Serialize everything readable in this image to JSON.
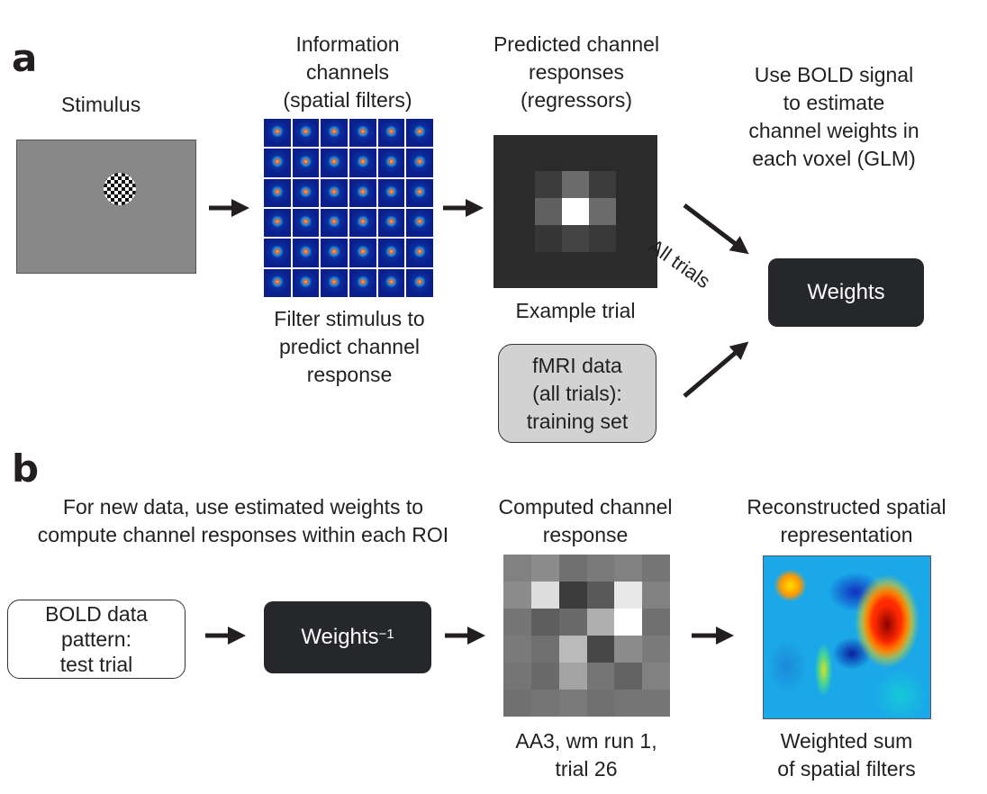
{
  "panel_a": {
    "letter": "a",
    "stimulus_label": "Stimulus",
    "filters_title": [
      "Information",
      "channels",
      "(spatial filters)"
    ],
    "filters_caption": [
      "Filter stimulus to",
      "predict channel",
      "response"
    ],
    "predicted_title": [
      "Predicted channel",
      "responses",
      "(regressors)"
    ],
    "predicted_caption": "Example trial",
    "glm_title": [
      "Use BOLD signal",
      "to estimate",
      "channel weights in",
      "each voxel (GLM)"
    ],
    "all_trials_label": "All trials",
    "weights_label": "Weights",
    "fmri_box": [
      "fMRI data",
      "(all trials):",
      "training set"
    ]
  },
  "panel_b": {
    "letter": "b",
    "instruction": [
      "For new data, use estimated weights to",
      "compute channel responses within each ROI"
    ],
    "bold_box": [
      "BOLD data",
      "pattern:",
      "test trial"
    ],
    "weights_label": "Weights",
    "weights_exponent": "−1",
    "computed_title": [
      "Computed channel",
      "response"
    ],
    "computed_caption": [
      "AA3, wm run 1,",
      "trial 26"
    ],
    "recon_title": [
      "Reconstructed spatial",
      "representation"
    ],
    "recon_caption": [
      "Weighted sum",
      "of spatial filters"
    ]
  },
  "colors": {
    "dark_box": "#25272b",
    "gray_box": "#d2d2d2",
    "stimulus_bg": "#888888"
  },
  "predicted_response_grid": [
    [
      0,
      0,
      0,
      0,
      0,
      0
    ],
    [
      0,
      0.08,
      0.3,
      0.08,
      0,
      0
    ],
    [
      0,
      0.25,
      1.0,
      0.3,
      0,
      0
    ],
    [
      0,
      0.05,
      0.12,
      0.06,
      0,
      0
    ],
    [
      0,
      0,
      0,
      0,
      0,
      0
    ],
    [
      0,
      0,
      0,
      0,
      0,
      0
    ]
  ],
  "computed_response_grid": [
    [
      0.45,
      0.5,
      0.38,
      0.42,
      0.45,
      0.4
    ],
    [
      0.5,
      0.85,
      0.15,
      0.28,
      0.9,
      0.45
    ],
    [
      0.4,
      0.3,
      0.35,
      0.65,
      1.0,
      0.38
    ],
    [
      0.42,
      0.38,
      0.7,
      0.2,
      0.5,
      0.42
    ],
    [
      0.4,
      0.35,
      0.6,
      0.4,
      0.32,
      0.45
    ],
    [
      0.38,
      0.4,
      0.42,
      0.38,
      0.4,
      0.4
    ]
  ]
}
